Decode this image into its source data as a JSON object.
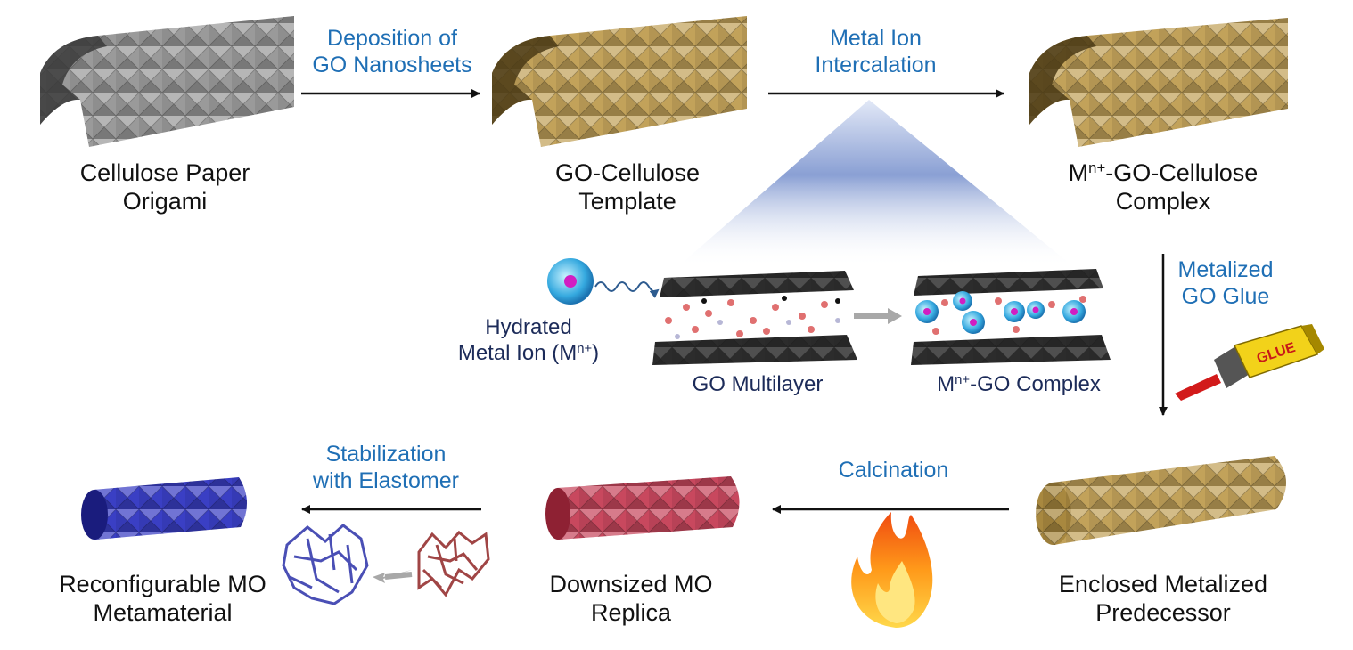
{
  "colors": {
    "gray_tube": "#9a9a9a",
    "gold_tube": "#c2a25a",
    "red_tube": "#c8485e",
    "blue_tube": "#3a3fc4",
    "step_label_blue": "#1f6fb5",
    "inset_label_navy": "#1c2b59",
    "stage_label_black": "#111111"
  },
  "stages": {
    "cellulose": {
      "line1": "Cellulose Paper",
      "line2": "Origami"
    },
    "go_template": {
      "line1": "GO-Cellulose",
      "line2": "Template"
    },
    "complex": {
      "pre": "M",
      "sup": "n+",
      "post": "-GO-Cellulose",
      "line2": "Complex"
    },
    "enclosed": {
      "line1": "Enclosed Metalized",
      "line2": "Predecessor"
    },
    "downsized": {
      "line1": "Downsized MO",
      "line2": "Replica"
    },
    "reconfigurable": {
      "line1": "Reconfigurable MO",
      "line2": "Metamaterial"
    }
  },
  "steps": {
    "deposition": {
      "line1": "Deposition of",
      "line2": "GO Nanosheets"
    },
    "intercalation": {
      "line1": "Metal Ion",
      "line2": "Intercalation"
    },
    "glue": {
      "line1": "Metalized",
      "line2": "GO Glue"
    },
    "calcination": {
      "line1": "Calcination"
    },
    "stabilization": {
      "line1": "Stabilization",
      "line2": "with Elastomer"
    }
  },
  "inset": {
    "hydrated_line1": "Hydrated",
    "hydrated_line2_pre": "Metal Ion (M",
    "hydrated_sup": "n+",
    "hydrated_line2_post": ")",
    "multilayer": "GO Multilayer",
    "complex_pre": "M",
    "complex_sup": "n+",
    "complex_post": "-GO Complex"
  },
  "glue_text": "GLUE",
  "icons": [
    "origami-tube-icon",
    "glue-tube-icon",
    "flame-icon",
    "hydrated-ion-icon",
    "graphene-oxide-sheet-icon",
    "porous-network-icon"
  ]
}
